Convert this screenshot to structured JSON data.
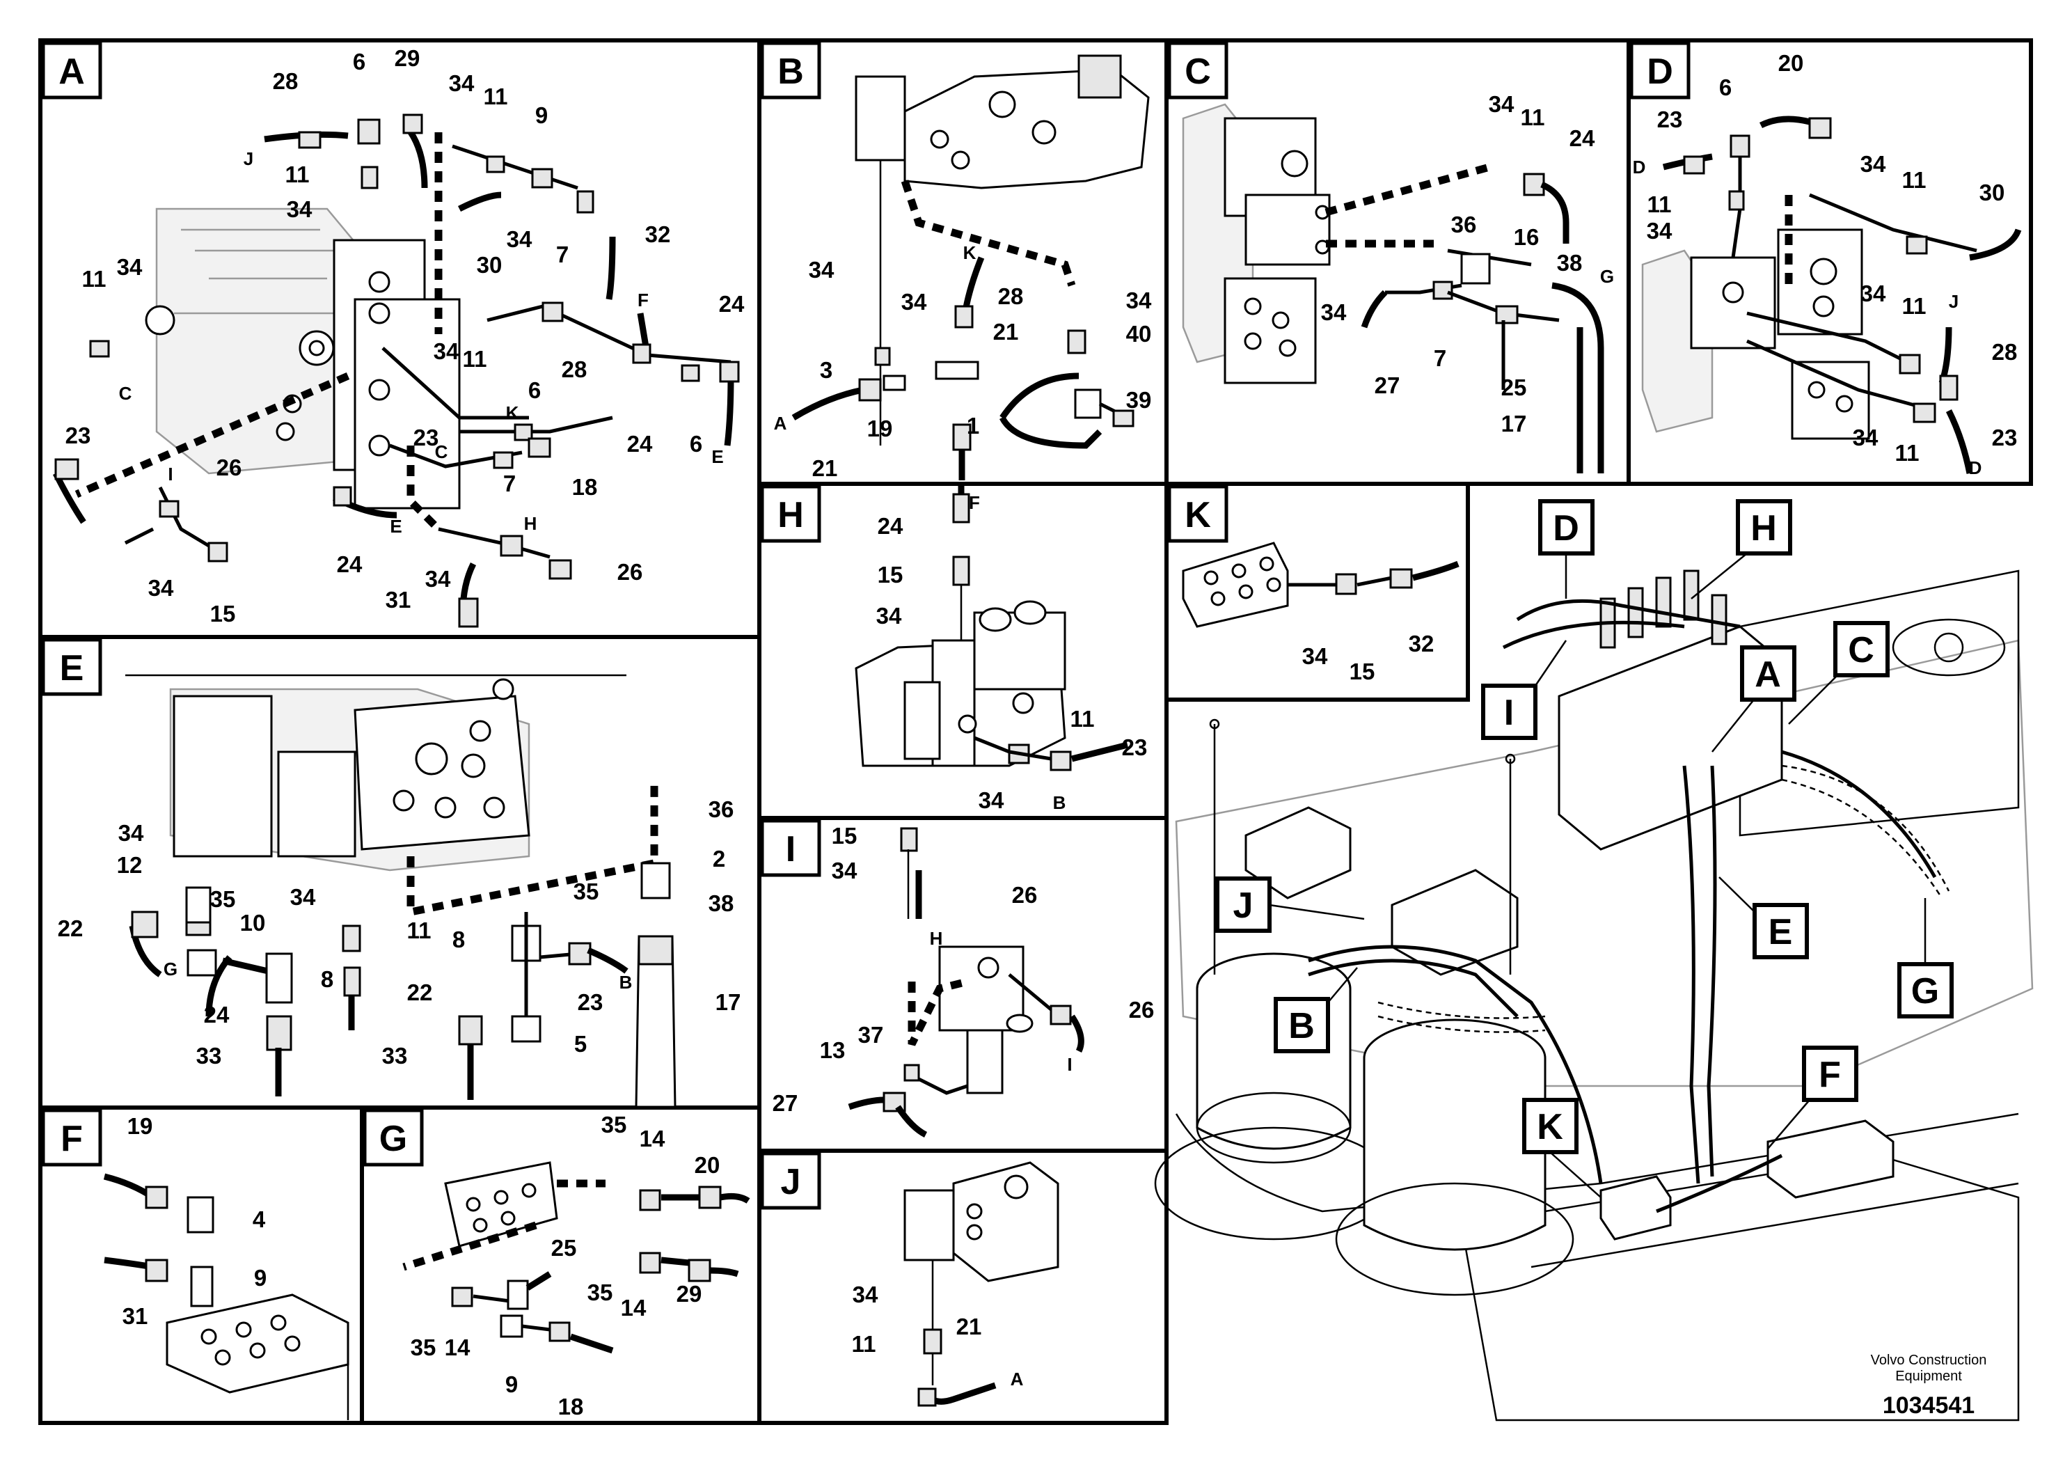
{
  "panels": {
    "A": {
      "label": "A",
      "callouts": [
        "28",
        "6",
        "29",
        "34",
        "11",
        "9",
        "11",
        "34",
        "30",
        "32",
        "34",
        "7",
        "11",
        "34",
        "F",
        "24",
        "23",
        "C",
        "34",
        "11",
        "28",
        "K",
        "6",
        "C",
        "23",
        "7",
        "18",
        "24",
        "6",
        "E",
        "26",
        "I",
        "24",
        "E",
        "H",
        "34",
        "15",
        "26",
        "31",
        "34",
        "J"
      ]
    },
    "B": {
      "label": "B",
      "callouts": [
        "34",
        "34",
        "28",
        "K",
        "34",
        "21",
        "40",
        "3",
        "39",
        "A",
        "19",
        "1",
        "21"
      ]
    },
    "C": {
      "label": "C",
      "callouts": [
        "34",
        "11",
        "24",
        "36",
        "16",
        "38",
        "G",
        "34",
        "27",
        "7",
        "25",
        "17"
      ]
    },
    "D": {
      "label": "D",
      "callouts": [
        "20",
        "6",
        "23",
        "D",
        "11",
        "34",
        "34",
        "11",
        "30",
        "34",
        "11",
        "J",
        "28",
        "34",
        "11",
        "23",
        "D"
      ]
    },
    "E": {
      "label": "E",
      "callouts": [
        "34",
        "36",
        "2",
        "12",
        "35",
        "10",
        "34",
        "11",
        "35",
        "38",
        "22",
        "8",
        "23",
        "G",
        "8",
        "B",
        "24",
        "22",
        "17",
        "33",
        "33",
        "5"
      ]
    },
    "F": {
      "label": "F",
      "callouts": [
        "19",
        "4",
        "9",
        "31"
      ]
    },
    "G": {
      "label": "G",
      "callouts": [
        "35",
        "14",
        "20",
        "25",
        "35",
        "14",
        "29",
        "35",
        "14",
        "9",
        "18"
      ]
    },
    "H": {
      "label": "H",
      "callouts": [
        "24",
        "F",
        "15",
        "34",
        "11",
        "23",
        "34",
        "B"
      ]
    },
    "I": {
      "label": "I",
      "callouts": [
        "15",
        "34",
        "26",
        "H",
        "26",
        "13",
        "37",
        "27",
        "I"
      ]
    },
    "J": {
      "label": "J",
      "callouts": [
        "34",
        "11",
        "21",
        "A"
      ]
    },
    "K": {
      "label": "K",
      "callouts": [
        "34",
        "15",
        "32"
      ]
    }
  },
  "overview": {
    "callouts": [
      "D",
      "H",
      "I",
      "A",
      "C",
      "J",
      "E",
      "G",
      "B",
      "F",
      "K"
    ]
  },
  "footer": {
    "credit_line1": "Volvo Construction",
    "credit_line2": "Equipment",
    "doc_number": "1034541"
  }
}
